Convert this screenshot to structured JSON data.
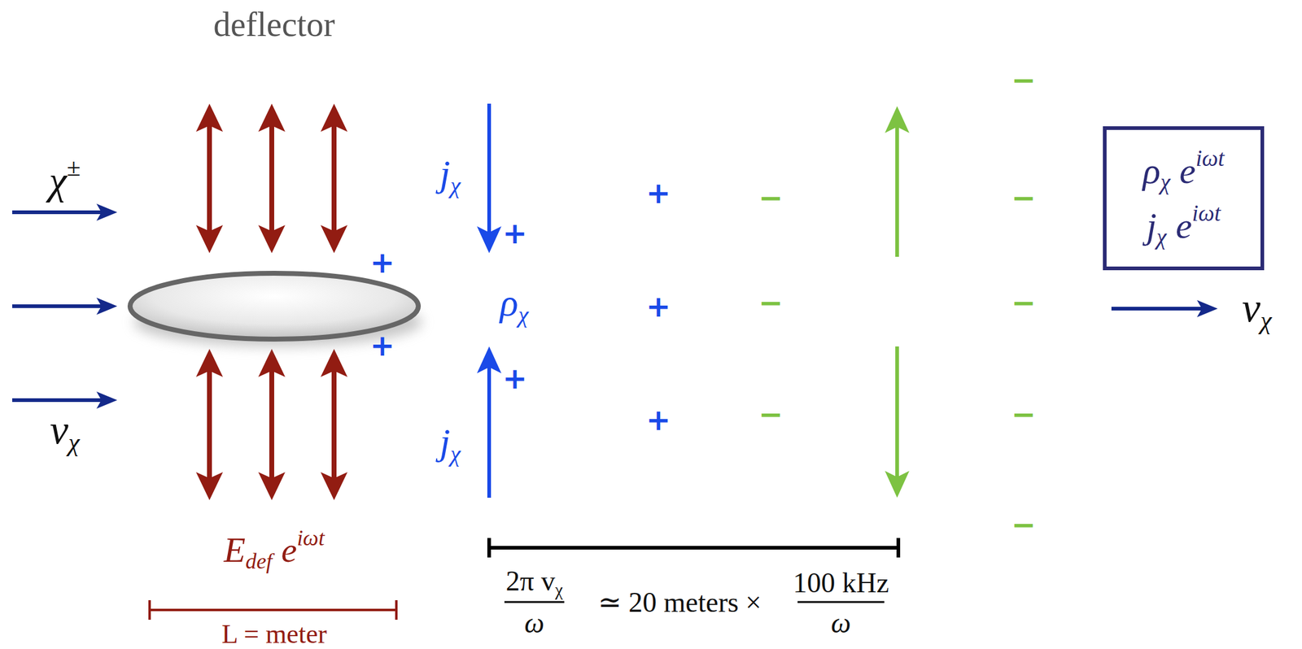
{
  "diagram": {
    "nodes": [
      {
        "text": [
          "ρχ eiωt",
          "jχ eiωt"
        ]
      }
    ],
    "labels": [
      "deflector",
      "χ±",
      "vχ",
      "Edef eiωt",
      "L = meter",
      "jχ",
      "jχ",
      "ρχ",
      "+",
      "+",
      "+",
      "+",
      "+",
      "+",
      "+",
      "−",
      "−",
      "−",
      "−",
      "−",
      "−",
      "−",
      "−",
      "2π vχ",
      "ω",
      "≃ 20 meters ×",
      "100 kHz",
      "ω",
      "vχ"
    ]
  }
}
